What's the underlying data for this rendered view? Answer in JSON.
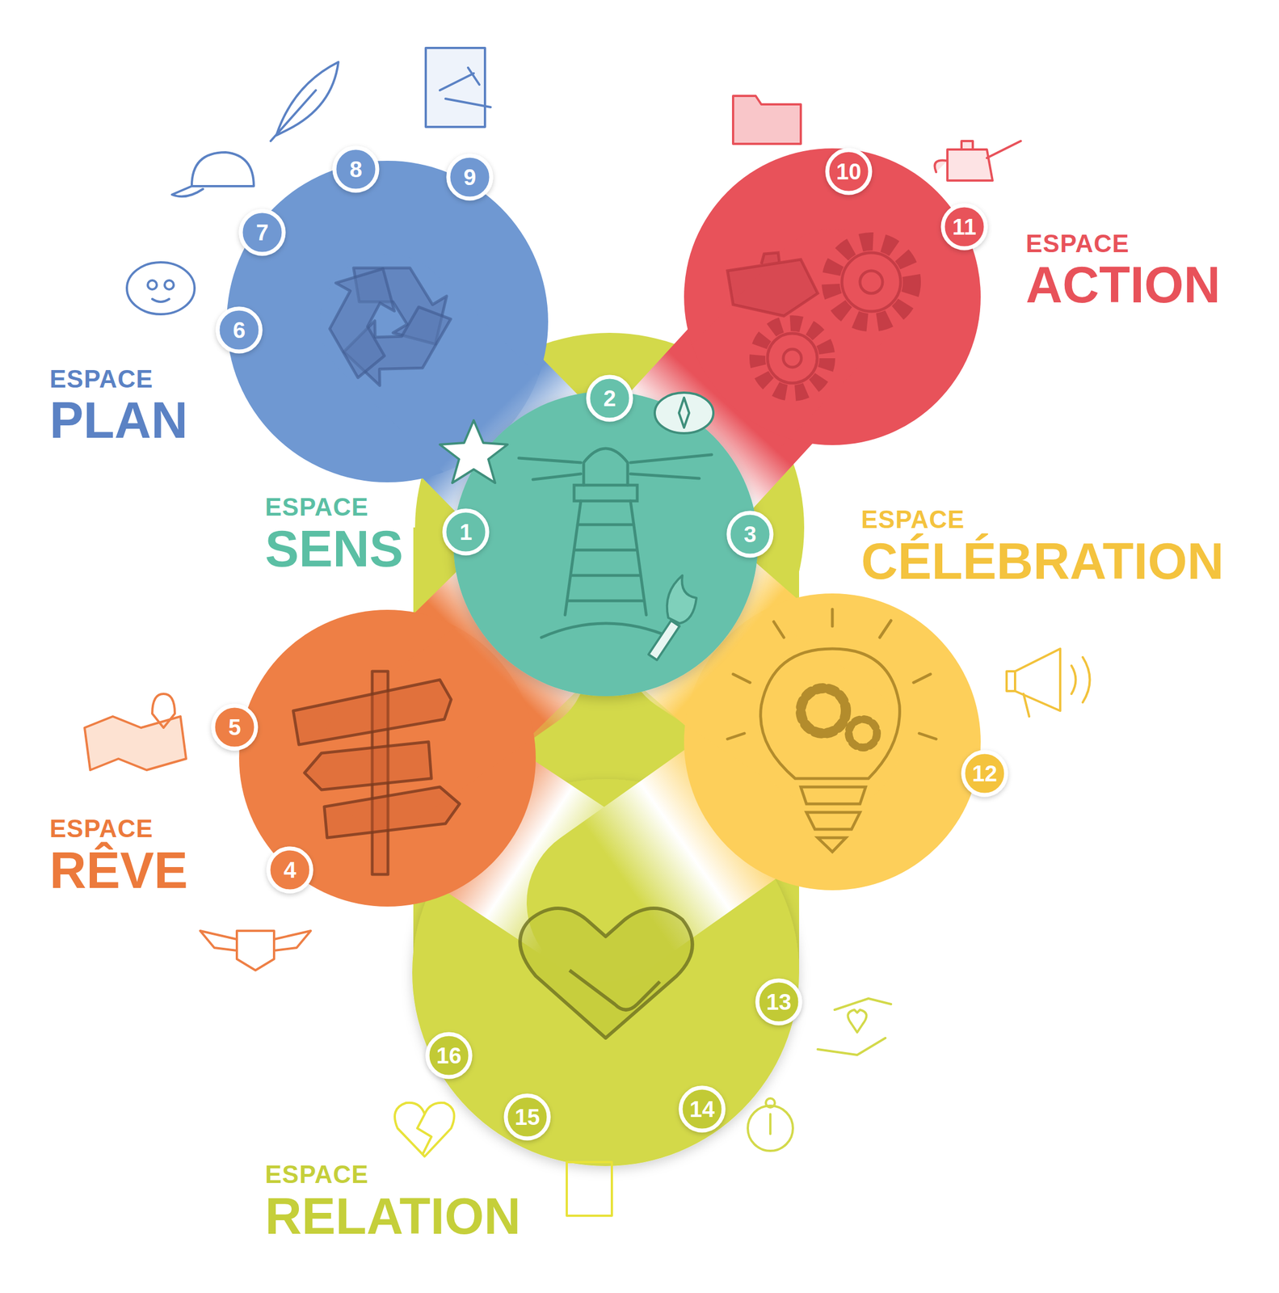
{
  "diagram": {
    "nodes": [
      {
        "text": [
          "ESPACE",
          "PLAN"
        ]
      },
      {
        "text": [
          "ESPACE",
          "ACTION"
        ]
      },
      {
        "text": [
          "ESPACE",
          "SENS"
        ]
      },
      {
        "text": [
          "ESPACE",
          "CÉLÉBRATION"
        ]
      },
      {
        "text": [
          "ESPACE",
          "RÊVE"
        ]
      },
      {
        "text": [
          "ESPACE",
          "RELATION"
        ]
      }
    ],
    "labels": [
      "1",
      "2",
      "3",
      "4",
      "5",
      "6",
      "7",
      "8",
      "9",
      "10",
      "11",
      "12",
      "13",
      "14",
      "15",
      "16"
    ]
  }
}
